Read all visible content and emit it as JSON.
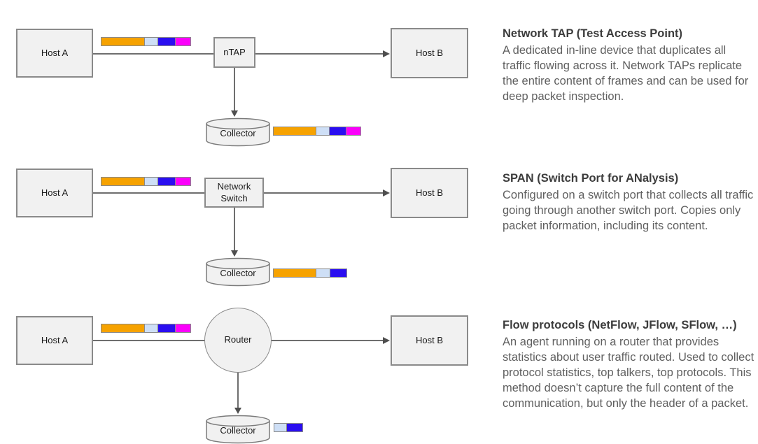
{
  "palette": {
    "orange": "#F6A200",
    "light_blue": "#CEDFF6",
    "blue": "#2A0EF0",
    "magenta": "#FB00FB",
    "node_fill": "#F1F1F1",
    "node_border": "#8A8A8A",
    "connector": "#6E6E6E",
    "note_title_color": "#3C3C3C",
    "note_body_color": "#5F5F5F"
  },
  "rows": [
    {
      "host_a": "Host A",
      "host_b": "Host B",
      "device": "nTAP",
      "collector": "Collector",
      "link_packet": [
        {
          "color": "orange",
          "w": 63
        },
        {
          "color": "light_blue",
          "w": 20
        },
        {
          "color": "blue",
          "w": 26
        },
        {
          "color": "magenta",
          "w": 23
        }
      ],
      "collector_packet": [
        {
          "color": "orange",
          "w": 62
        },
        {
          "color": "light_blue",
          "w": 20
        },
        {
          "color": "blue",
          "w": 25
        },
        {
          "color": "magenta",
          "w": 22
        }
      ],
      "note_title": "Network TAP (Test Access Point)",
      "note_body": "A dedicated in-line device that duplicates all traffic flowing across it. Network TAPs replicate the entire content of frames and can be used for deep packet inspection."
    },
    {
      "host_a": "Host A",
      "host_b": "Host B",
      "device": "Network Switch",
      "collector": "Collector",
      "link_packet": [
        {
          "color": "orange",
          "w": 63
        },
        {
          "color": "light_blue",
          "w": 20
        },
        {
          "color": "blue",
          "w": 26
        },
        {
          "color": "magenta",
          "w": 23
        }
      ],
      "collector_packet": [
        {
          "color": "orange",
          "w": 62
        },
        {
          "color": "light_blue",
          "w": 21
        },
        {
          "color": "blue",
          "w": 25
        }
      ],
      "note_title": "SPAN (Switch Port for ANalysis)",
      "note_body": "Configured on a switch port that collects all traffic going through another switch port. Copies only packet information, including its content."
    },
    {
      "host_a": "Host A",
      "host_b": "Host B",
      "device": "Router",
      "collector": "Collector",
      "link_packet": [
        {
          "color": "orange",
          "w": 63
        },
        {
          "color": "light_blue",
          "w": 20
        },
        {
          "color": "blue",
          "w": 26
        },
        {
          "color": "magenta",
          "w": 23
        }
      ],
      "collector_packet": [
        {
          "color": "light_blue",
          "w": 19
        },
        {
          "color": "blue",
          "w": 24
        }
      ],
      "note_title": "Flow protocols (NetFlow, JFlow, SFlow, …)",
      "note_body": "An agent running on a router that provides statistics about user traffic routed. Used to collect protocol statistics, top talkers, top protocols. This method doesn’t capture the full content of the communication, but only the header of a packet."
    }
  ]
}
